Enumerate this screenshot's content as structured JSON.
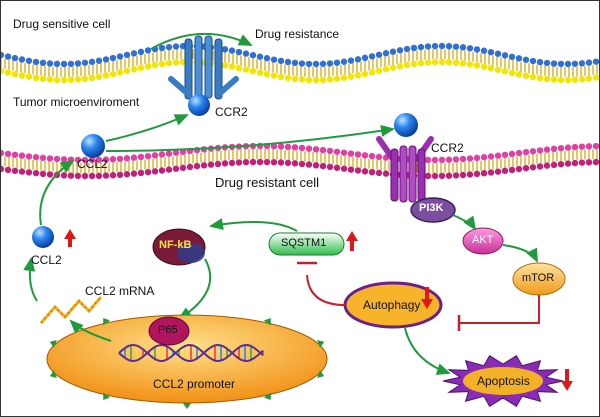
{
  "labels": {
    "drug_sensitive_cell": "Drug sensitive cell",
    "drug_resistance": "Drug resistance",
    "tumor_microenvironment": "Tumor microenviroment",
    "ccr2_top": "CCR2",
    "ccl2_upper": "CCL2",
    "ccr2_right": "CCR2",
    "drug_resistant_cell": "Drug resistant cell",
    "pi3k": "PI3K",
    "akt": "AKT",
    "mtor": "mTOR",
    "ccl2_left": "CCL2",
    "nf_kb": "NF-kB",
    "sqstm1": "SQSTM1",
    "ccl2_mrna": "CCL2 mRNA",
    "autophagy": "Autophagy",
    "p65": "P65",
    "ccl2_promoter": "CCL2 promoter",
    "apoptosis": "Apoptosis"
  },
  "colors": {
    "membrane_pink": "#e23fa3",
    "membrane_yellow": "#f2e600",
    "membrane_dark_pink": "#c21f7a",
    "membrane_blue": "#2f6fd8",
    "membrane_tail": "#d6a000",
    "arrow_green": "#1f9a3c",
    "inhibit_red": "#c8202a",
    "up_red": "#e01818",
    "down_red": "#e01818",
    "ccr2_blue": "#3a7cc2",
    "ccr2_purple": "#9b2fb0",
    "ligand_blue": "#1e6fe0",
    "nucleus_orange": "#f5a623",
    "autophagy_fill": "#f7b32a",
    "autophagy_border": "#6a1f8f",
    "pi3k_fill": "#7a4fa0",
    "akt_fill": "#e254b5",
    "mtor_fill": "#f6b64a",
    "nfkb_fill": "#7a1a3a",
    "sqstm1_fill": "#2fbe4c",
    "apoptosis_fill": "#8a2bb8"
  }
}
